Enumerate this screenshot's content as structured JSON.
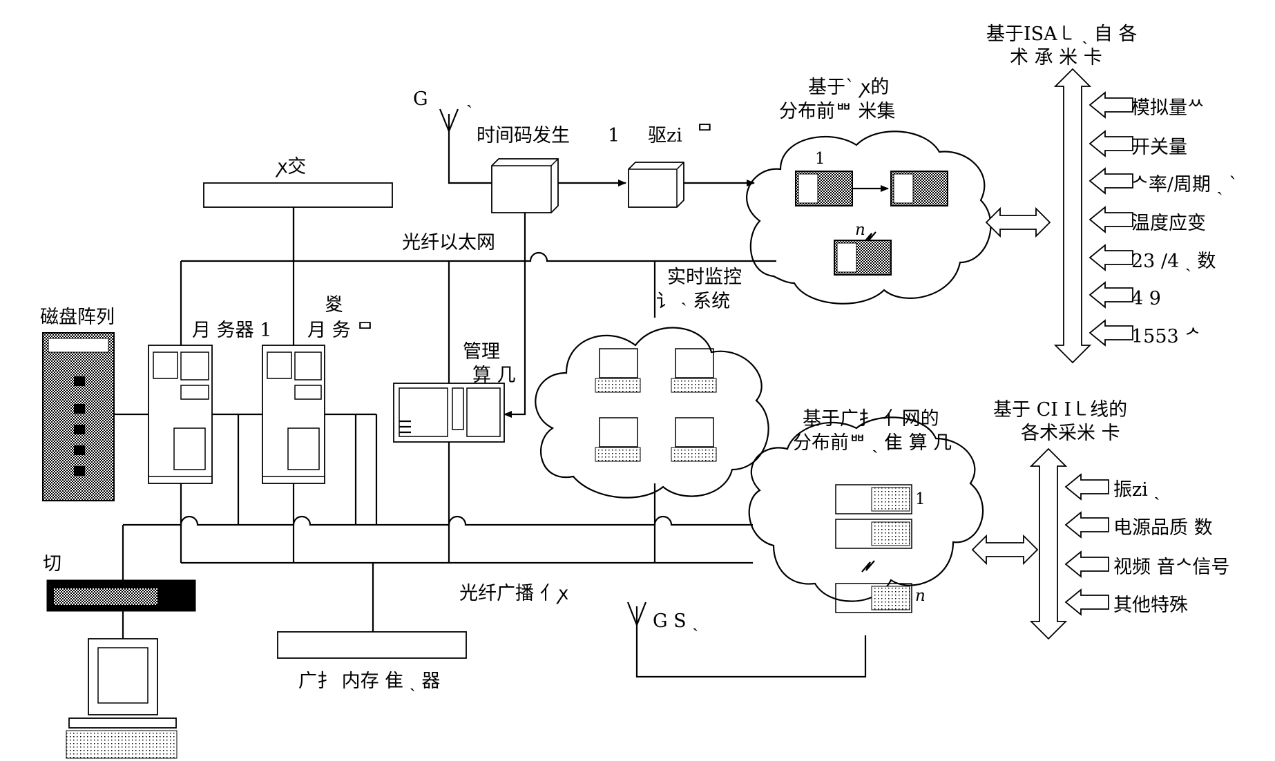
{
  "labels": {
    "gps_top": "G",
    "gps_top_tail": "ˏ",
    "time_code": "时间码发生",
    "drive_a": "1",
    "drive_b": "驱zi",
    "drive_c": "ᄆ",
    "switch_top": "ꭗ交",
    "ethernet": "光纤以太网",
    "disk_array": "磁盘阵列",
    "server1": "月 务器 1",
    "server2_top": "㚇",
    "server2": "月 务 ᄆ",
    "mgmt_1": "管理",
    "mgmt_2": "算 几",
    "realtime_1": "实时监控",
    "realtime_2": "讠 ˴ 系统",
    "eth_cloud_1": "基于ˋ   ꭗ的",
    "eth_cloud_2": "分布前ᄈ 米集",
    "eth_node_1": "1",
    "eth_node_n": "n",
    "isa_title_1": "基于ISA㇄ ˏ 自 各",
    "isa_title_2": "术 承 米    卡",
    "isa_items": [
      "模拟量ᄊ",
      "开关量",
      "ᄉ率/周期 ˏ ˋ",
      "温度应变",
      "23 /4  ˏ 数",
      "4  9",
      "1553 ᄼ"
    ],
    "bcast_cloud_1": "基于广扌  亻网的",
    "bcast_cloud_2": "分布前ᄈ ˏ 隹  算 几",
    "bcast_node_1": "1",
    "bcast_node_n": "n",
    "pci_title_1": "基于  CI     I㇄线的",
    "pci_title_2": "各术采米  卡",
    "pci_items": [
      "振zi  ˏ",
      "电源品质   数",
      "视频 音ᄉ信号",
      "其他特殊"
    ],
    "switch_left": "切",
    "bcast_net": "光纤广播   亻ꭗ",
    "gps_bottom": "G S   ˏ",
    "bcast_mem": "广扌 内存   隹 ˏ 器"
  }
}
